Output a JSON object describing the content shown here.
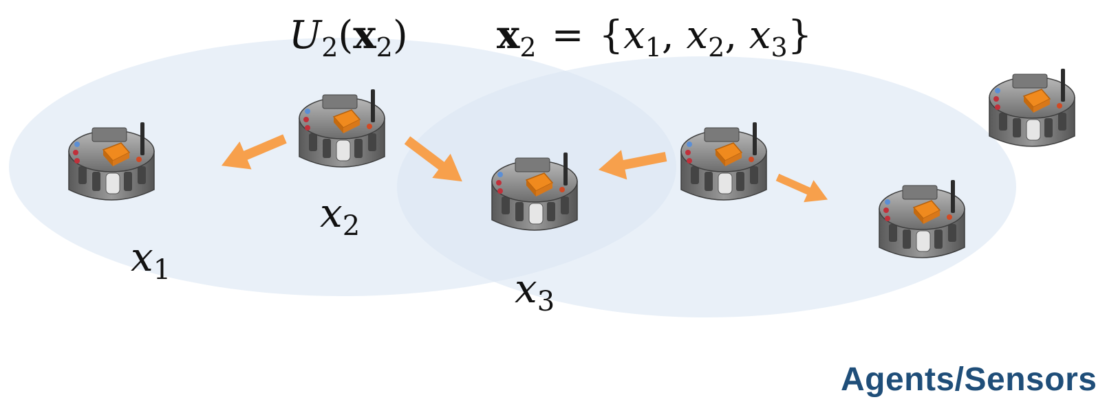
{
  "formula": {
    "utility": {
      "symbol": "U",
      "sub": "2",
      "arg_symbol": "x",
      "arg_sub": "2"
    },
    "set": {
      "lhs_symbol": "x",
      "lhs_sub": "2",
      "eq": "=",
      "members": [
        {
          "v": "x",
          "s": "1"
        },
        {
          "v": "x",
          "s": "2"
        },
        {
          "v": "x",
          "s": "3"
        }
      ]
    }
  },
  "labels": {
    "x1": {
      "v": "x",
      "s": "1"
    },
    "x2": {
      "v": "x",
      "s": "2"
    },
    "x3": {
      "v": "x",
      "s": "3"
    }
  },
  "caption": "Agents/Sensors",
  "colors": {
    "region_fill": "#dbe6f4",
    "arrow": "#f7a04c",
    "robot_body": "#8e8e8e",
    "robot_accent": "#f08a1e",
    "caption": "#1f4e79"
  },
  "icons": [
    "robot-icon",
    "arrow-icon",
    "coverage-region"
  ]
}
